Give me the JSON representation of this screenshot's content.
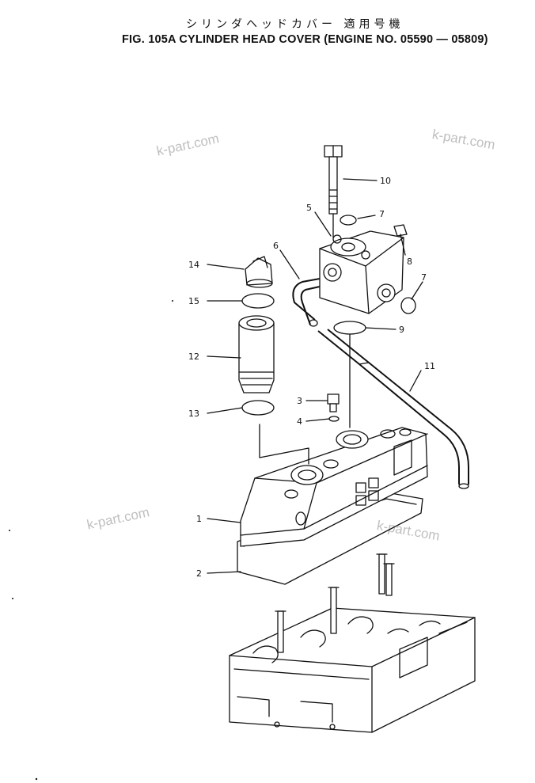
{
  "title": {
    "japanese": "シリンダヘッドカバー 適用号機",
    "english": "FIG. 105A  CYLINDER HEAD COVER (ENGINE NO. 05590 — 05809)"
  },
  "watermark": "k-part.com",
  "callouts": {
    "c1": "1",
    "c2": "2",
    "c3": "3",
    "c4": "4",
    "c5": "5",
    "c6": "6",
    "c7a": "7",
    "c7b": "7",
    "c8": "8",
    "c9": "9",
    "c10": "10",
    "c11": "11",
    "c12": "12",
    "c13": "13",
    "c14": "14",
    "c15": "15"
  },
  "colors": {
    "line": "#111111",
    "watermark": "#bfbfbf",
    "background": "#ffffff"
  }
}
